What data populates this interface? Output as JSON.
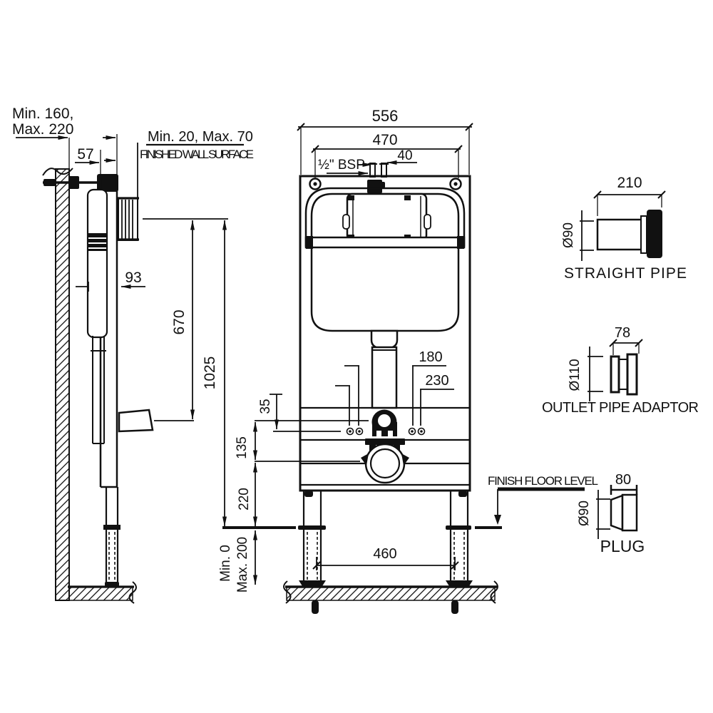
{
  "side_view": {
    "dim_depth_min": "Min. 160,",
    "dim_depth_max": "Max. 220",
    "dim_57": "57",
    "dim_finish_range": "Min. 20, Max. 70",
    "finished_wall_surface_label": "FINISHED WALL SURFACE",
    "dim_93": "93",
    "dim_670": "670",
    "dim_1025": "1025"
  },
  "front_view": {
    "dim_556": "556",
    "dim_470": "470",
    "dim_40": "40",
    "inlet_label": "½\" BSP",
    "dim_180": "180",
    "dim_230": "230",
    "dim_35": "35",
    "dim_135": "135",
    "dim_220": "220",
    "dim_leg_min": "Min. 0",
    "dim_leg_max": "Max. 200",
    "dim_460": "460",
    "finish_floor_label": "FINISH FLOOR LEVEL"
  },
  "accessories": {
    "straight_pipe": {
      "label": "STRAIGHT PIPE",
      "length": "210",
      "diameter": "Ø90"
    },
    "outlet_pipe_adaptor": {
      "label": "OUTLET PIPE ADAPTOR",
      "length": "78",
      "diameter": "Ø110"
    },
    "plug": {
      "label": "PLUG",
      "length": "80",
      "diameter": "Ø90"
    }
  },
  "colors": {
    "line": "#111111",
    "background": "#ffffff"
  }
}
